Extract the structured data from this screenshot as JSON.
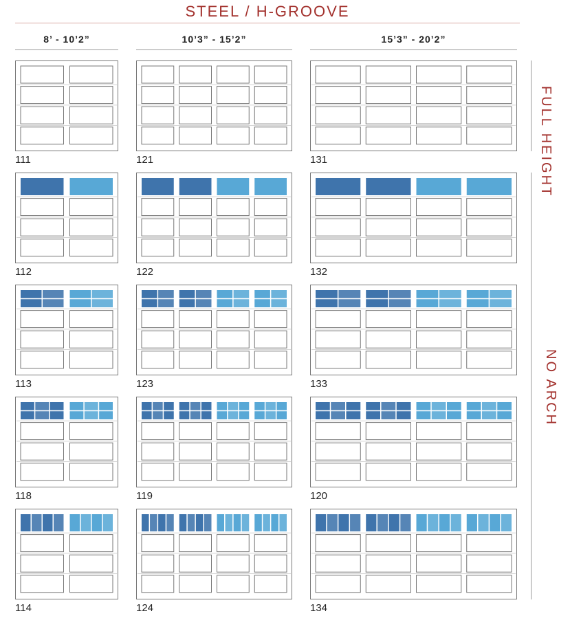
{
  "title": "STEEL / H-GROOVE",
  "columns": [
    "8’ - 10’2”",
    "10’3” - 15’2”",
    "15’3” - 20’2”"
  ],
  "side_labels": {
    "full_height": "FULL HEIGHT",
    "no_arch": "NO ARCH"
  },
  "colors": {
    "accent": "#a3322e",
    "glass_dark": "#3f74ac",
    "glass_light": "#58a8d6",
    "panel_border": "#777777"
  },
  "window_styles": [
    {
      "style": "none",
      "glass_rows": 0,
      "glass_cols_per_panel": 0
    },
    {
      "style": "full-pane",
      "glass_rows": 1,
      "glass_cols_per_panel": 1
    },
    {
      "style": "2-row split",
      "glass_rows": 2,
      "glass_cols_per_panel": 2
    },
    {
      "style": "2-row triple split",
      "glass_rows": 2,
      "glass_cols_per_panel": 3
    },
    {
      "style": "vertical strips",
      "glass_rows": 1,
      "glass_cols_per_panel": 4
    }
  ],
  "models": [
    [
      "111",
      "121",
      "131"
    ],
    [
      "112",
      "122",
      "132"
    ],
    [
      "113",
      "123",
      "133"
    ],
    [
      "118",
      "119",
      "120"
    ],
    [
      "114",
      "124",
      "134"
    ]
  ]
}
